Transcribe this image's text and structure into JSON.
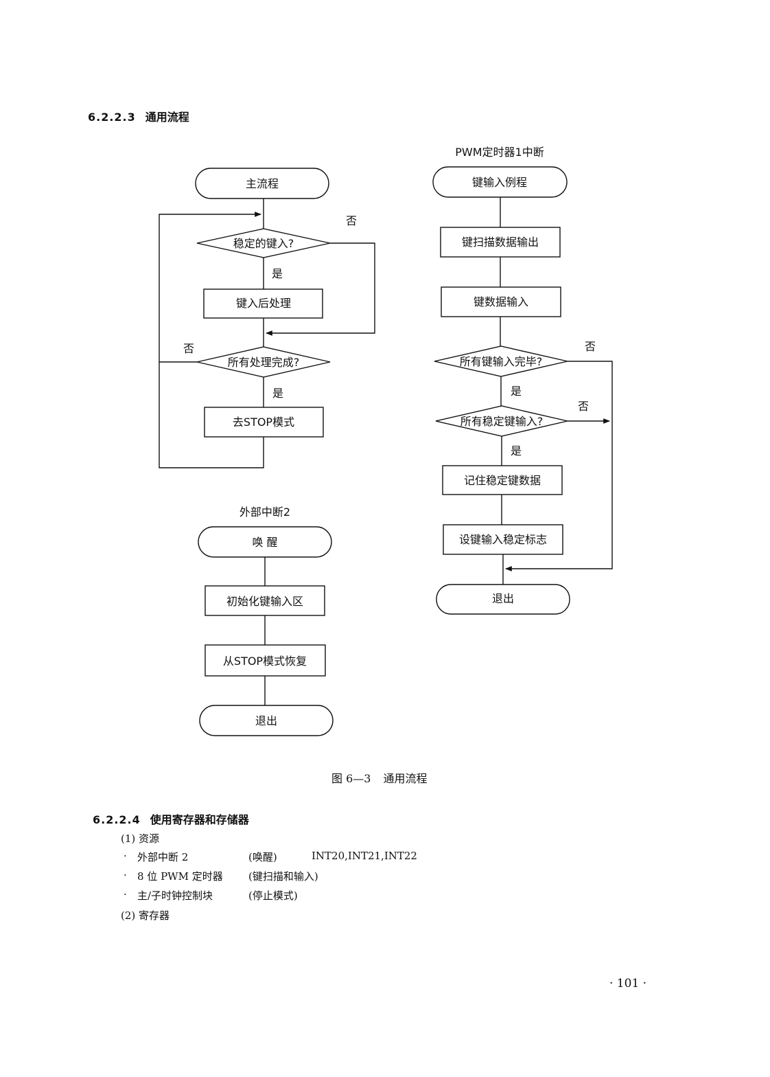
{
  "section_623": {
    "number": "6.2.2.3",
    "title": "通用流程"
  },
  "flowchart": {
    "main": {
      "start": "主流程",
      "decision1": "稳定的键入?",
      "process1": "键入后处理",
      "decision2": "所有处理完成?",
      "process2": "去STOP模式",
      "no1": "否",
      "yes1": "是",
      "no2": "否",
      "yes2": "是"
    },
    "ext_int": {
      "title": "外部中断2",
      "start": "唤 醒",
      "process1": "初始化键输入区",
      "process2": "从STOP模式恢复",
      "end": "退出"
    },
    "pwm": {
      "title": "PWM定时器1中断",
      "start": "键输入例程",
      "process1": "键扫描数据输出",
      "process2": "键数据输入",
      "decision1": "所有键输入完毕?",
      "decision2": "所有稳定键输入?",
      "process3": "记住稳定键数据",
      "process4": "设键输入稳定标志",
      "end": "退出",
      "no1": "否",
      "yes1": "是",
      "no2": "否",
      "yes2": "是"
    }
  },
  "figure_caption": {
    "number": "图 6—3",
    "title": "通用流程"
  },
  "section_624": {
    "number": "6.2.2.4",
    "title": "使用寄存器和存储器"
  },
  "resources": {
    "heading": "(1) 资源",
    "items": [
      {
        "bullet": "·",
        "name": "外部中断 2",
        "desc": "(唤醒)",
        "extra": "INT20,INT21,INT22"
      },
      {
        "bullet": "·",
        "name": "8 位 PWM 定时器",
        "desc": "(键扫描和输入)",
        "extra": ""
      },
      {
        "bullet": "·",
        "name": "主/子时钟控制块",
        "desc": "(停止模式)",
        "extra": ""
      }
    ]
  },
  "registers": {
    "heading": "(2) 寄存器"
  },
  "page_number": "· 101 ·"
}
